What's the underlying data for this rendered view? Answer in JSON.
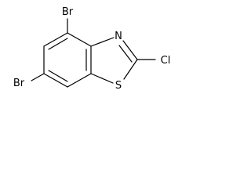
{
  "molecule": {
    "atoms": {
      "br_top": "Br",
      "br_left": "Br",
      "nitrogen": "N",
      "sulfur": "S",
      "chlorine": "Cl"
    },
    "colors": {
      "ink": "#000000",
      "background": "#ffffff"
    }
  }
}
